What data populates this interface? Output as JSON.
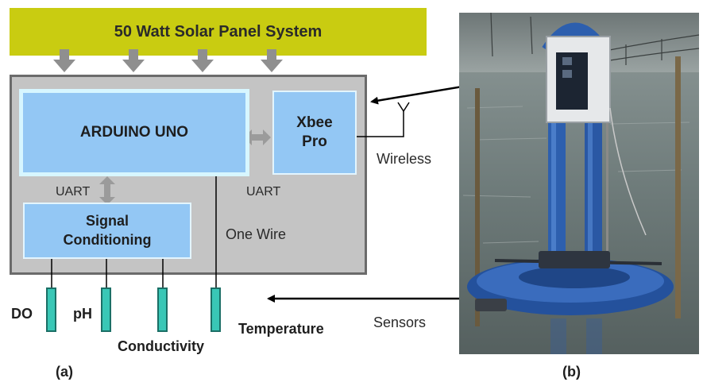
{
  "panel_a": {
    "caption": "(a)",
    "solar_panel": "50 Watt Solar Panel System",
    "arduino": "ARDUINO UNO",
    "xbee_line1": "Xbee",
    "xbee_line2": "Pro",
    "signal_line1": "Signal",
    "signal_line2": "Conditioning",
    "uart_left": "UART",
    "uart_right": "UART",
    "one_wire": "One Wire",
    "wireless": "Wireless",
    "sensors": {
      "do": "DO",
      "ph": "pH",
      "conductivity": "Conductivity",
      "temperature": "Temperature"
    }
  },
  "panel_b": {
    "caption": "(b)",
    "sensors_label": "Sensors"
  },
  "colors": {
    "solar": "#c9cc11",
    "module_blue": "#93c7f4",
    "sensor_teal": "#39c7b6",
    "enclosure_gray": "#c4c4c4",
    "arrow_gray": "#8f8f8f"
  }
}
